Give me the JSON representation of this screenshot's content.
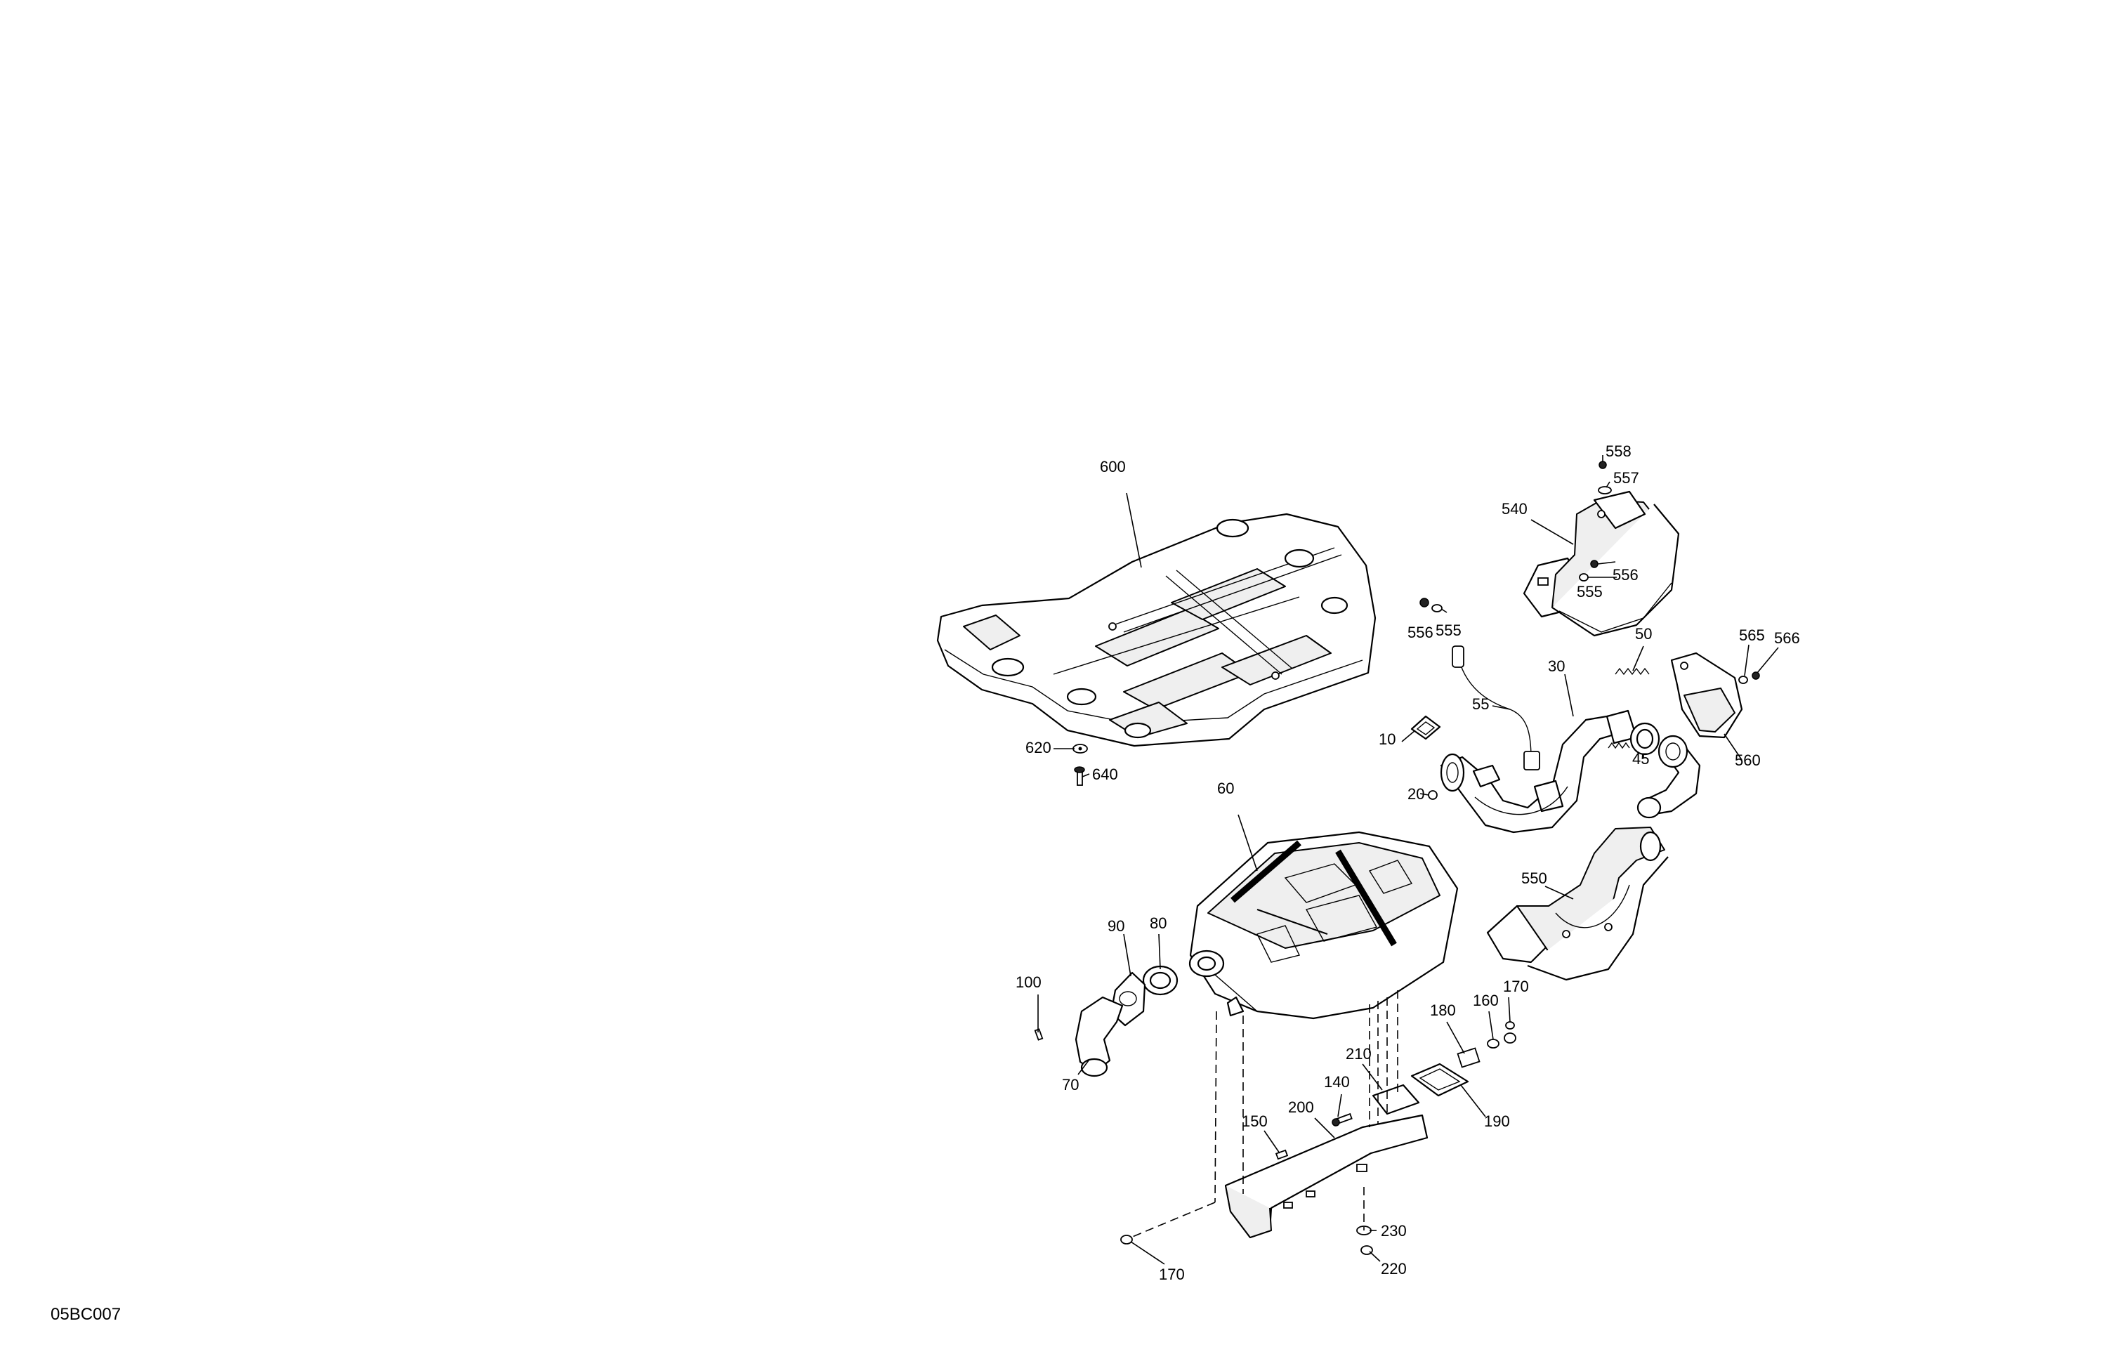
{
  "reference_code": "05BC007",
  "callouts": [
    {
      "id": "600",
      "label": "600"
    },
    {
      "id": "620",
      "label": "620"
    },
    {
      "id": "640",
      "label": "640"
    },
    {
      "id": "60",
      "label": "60"
    },
    {
      "id": "90",
      "label": "90"
    },
    {
      "id": "80",
      "label": "80"
    },
    {
      "id": "100",
      "label": "100"
    },
    {
      "id": "70",
      "label": "70"
    },
    {
      "id": "150",
      "label": "150"
    },
    {
      "id": "200",
      "label": "200"
    },
    {
      "id": "140",
      "label": "140"
    },
    {
      "id": "210",
      "label": "210"
    },
    {
      "id": "180",
      "label": "180"
    },
    {
      "id": "160",
      "label": "160"
    },
    {
      "id": "170a",
      "label": "170"
    },
    {
      "id": "190",
      "label": "190"
    },
    {
      "id": "230",
      "label": "230"
    },
    {
      "id": "220",
      "label": "220"
    },
    {
      "id": "170b",
      "label": "170"
    },
    {
      "id": "558",
      "label": "558"
    },
    {
      "id": "557",
      "label": "557"
    },
    {
      "id": "540",
      "label": "540"
    },
    {
      "id": "556a",
      "label": "556"
    },
    {
      "id": "555a",
      "label": "555"
    },
    {
      "id": "556b",
      "label": "556"
    },
    {
      "id": "555b",
      "label": "555"
    },
    {
      "id": "50",
      "label": "50"
    },
    {
      "id": "565",
      "label": "565"
    },
    {
      "id": "566",
      "label": "566"
    },
    {
      "id": "30",
      "label": "30"
    },
    {
      "id": "55",
      "label": "55"
    },
    {
      "id": "10",
      "label": "10"
    },
    {
      "id": "20",
      "label": "20"
    },
    {
      "id": "45",
      "label": "45"
    },
    {
      "id": "560",
      "label": "560"
    },
    {
      "id": "550",
      "label": "550"
    }
  ]
}
